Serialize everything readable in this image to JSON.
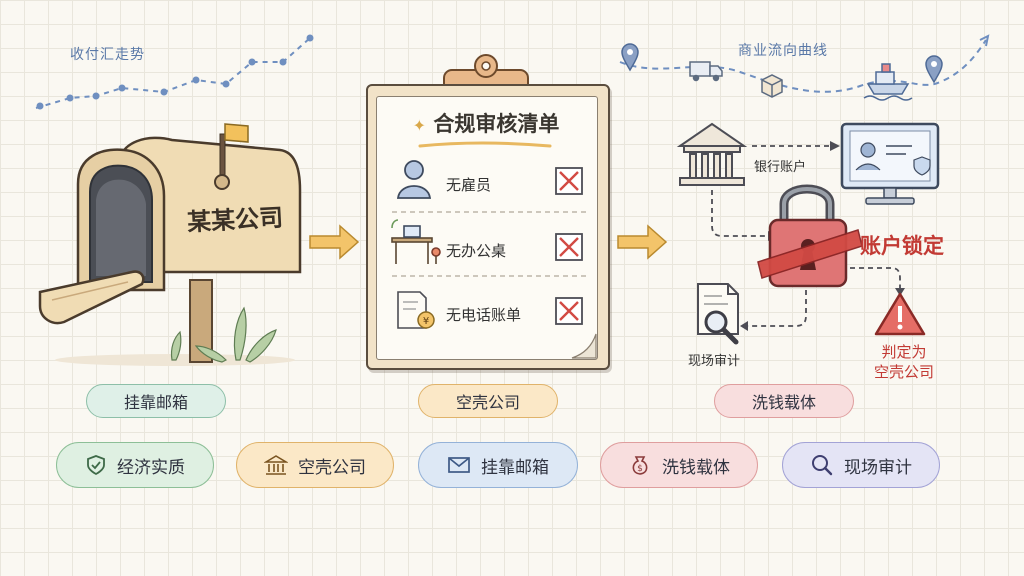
{
  "trend_left": {
    "label": "收付汇走势"
  },
  "trend_right": {
    "label": "商业流向曲线"
  },
  "mailbox": {
    "sign": "某某公司",
    "caption": "挂靠邮箱"
  },
  "checklist": {
    "title": "合规审核清单",
    "items": [
      {
        "label": "无雇员",
        "icon": "person-icon"
      },
      {
        "label": "无办公桌",
        "icon": "desk-icon"
      },
      {
        "label": "无电话账单",
        "icon": "bill-icon"
      }
    ],
    "caption": "空壳公司"
  },
  "flow": {
    "bank_label": "银行账户",
    "lock_label": "账户锁定",
    "audit_label": "现场审计",
    "verdict_label": "判定为\n空壳公司",
    "caption": "洗钱载体"
  },
  "legend": [
    {
      "label": "经济实质",
      "icon": "shield-check-icon"
    },
    {
      "label": "空壳公司",
      "icon": "bank-icon"
    },
    {
      "label": "挂靠邮箱",
      "icon": "envelope-icon"
    },
    {
      "label": "洗钱载体",
      "icon": "money-bag-icon"
    },
    {
      "label": "现场审计",
      "icon": "magnifier-icon"
    }
  ],
  "colors": {
    "green": "#dff0e2",
    "green_border": "#8dbf97",
    "amber": "#fbe8c7",
    "amber_border": "#e0b36a",
    "blue": "#dde8f5",
    "blue_border": "#94b2d8",
    "pink": "#f8dede",
    "pink_border": "#df9e9e",
    "lavender": "#e4e4f5",
    "lavender_border": "#a3a3d6",
    "alert_red": "#c23a34"
  }
}
